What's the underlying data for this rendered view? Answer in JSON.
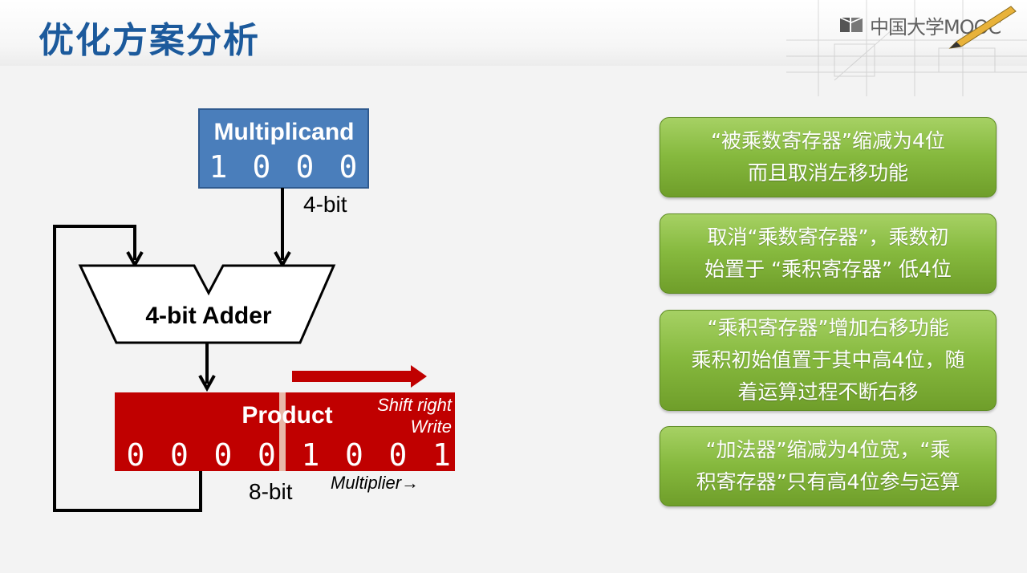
{
  "header": {
    "title": "优化方案分析",
    "logo_text": "中国大学MOOC"
  },
  "diagram": {
    "multiplicand_label": "Multiplicand",
    "multiplicand_bits": [
      "1",
      "0",
      "0",
      "0"
    ],
    "multiplicand_width": "4-bit",
    "adder_label": "4-bit Adder",
    "product_label": "Product",
    "product_bits": [
      "0",
      "0",
      "0",
      "0",
      "1",
      "0",
      "0",
      "1"
    ],
    "control_shift": "Shift right",
    "control_write": "Write",
    "product_width": "8-bit",
    "multiplier_label": "Multiplier→",
    "colors": {
      "multiplicand": "#4a7ebb",
      "product": "#c00000",
      "arrow": "#c00000",
      "divider": "#e8b8a8"
    }
  },
  "notes": [
    {
      "lines": [
        "“被乘数寄存器”缩减为4位",
        "而且取消左移功能"
      ]
    },
    {
      "lines": [
        "取消“乘数寄存器”，乘数初",
        "始置于 “乘积寄存器” 低4位"
      ]
    },
    {
      "lines": [
        "“乘积寄存器”增加右移功能",
        "乘积初始值置于其中高4位，随",
        "着运算过程不断右移"
      ]
    },
    {
      "lines": [
        "“加法器”缩减为4位宽，“乘",
        "积寄存器”只有高4位参与运算"
      ]
    }
  ],
  "theme": {
    "title_color": "#1c5a9c",
    "note_green": "#86b93e"
  }
}
